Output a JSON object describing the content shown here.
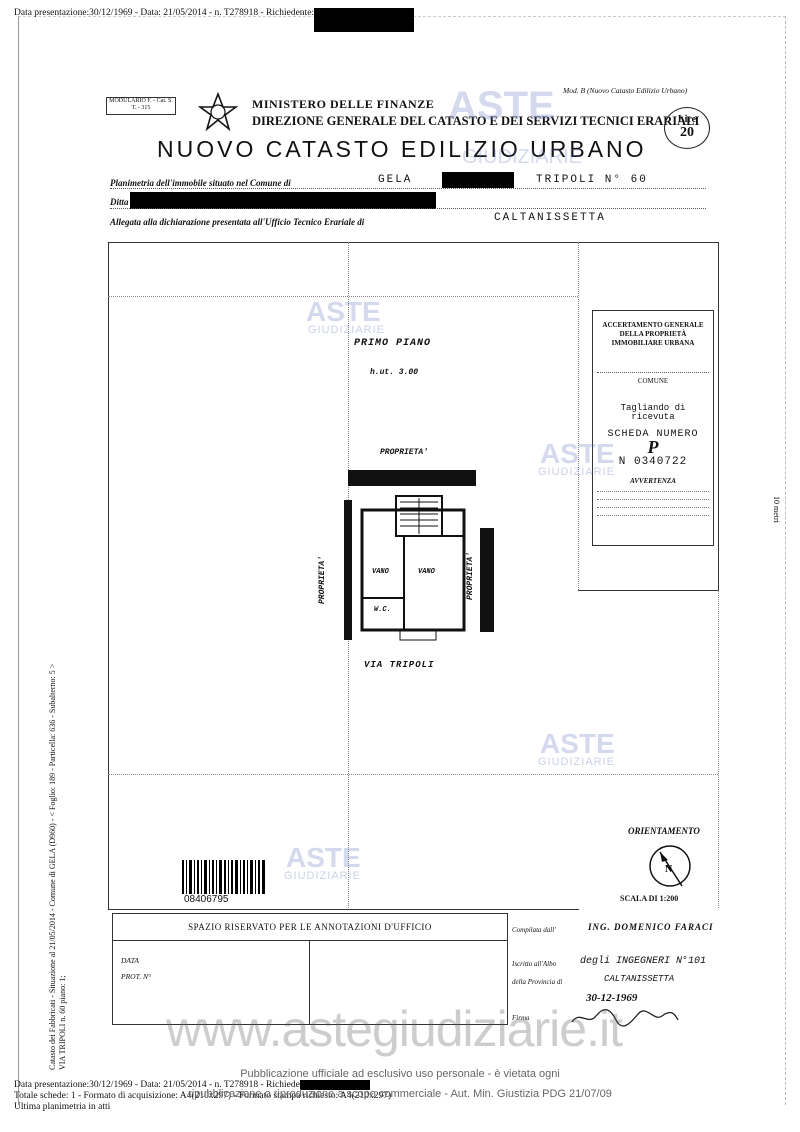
{
  "header_line": "Data presentazione:30/12/1969 - Data: 21/05/2014 - n. T278918 - Richiedente:",
  "modulario": "MODULARIO F. - Cat. S. T. - 315",
  "ministero": "MINISTERO DELLE FINANZE",
  "direzione": "DIREZIONE GENERALE DEL CATASTO E DEI SERVIZI TECNICI ERARIALI",
  "nuovo_catasto": "NUOVO CATASTO EDILIZIO URBANO",
  "mod_b": "Mod. B (Nuovo Catasto Edilizio Urbano)",
  "lire_label": "Lire",
  "lire_value": "20",
  "planimetria_label": "Planimetria dell'immobile situato nel Comune di",
  "comune": "GELA",
  "via": "TRIPOLI N° 60",
  "ditta_label": "Ditta",
  "allegata_label": "Allegata alla dichiarazione presentata all'Ufficio Tecnico Erariale di",
  "ufficio": "CALTANISSETTA",
  "plan": {
    "floor": "PRIMO PIANO",
    "height": "h.ut. 3.00",
    "top_label": "PROPRIETA'",
    "left_label": "PROPRIETA'",
    "right_label": "PROPRIETA'",
    "room1": "VANO",
    "room2": "VANO",
    "wc": "W.C.",
    "street": "VIA TRIPOLI"
  },
  "stamp": {
    "line1": "ACCERTAMENTO GENERALE DELLA PROPRIETÀ IMMOBILIARE URBANA",
    "comune_label": "COMUNE",
    "tagliando": "Tagliando di ricevuta",
    "scheda": "SCHEDA NUMERO",
    "letter": "P",
    "number": "N 0340722",
    "avvertenza": "AVVERTENZA"
  },
  "scale_side": "10 metri",
  "barcode_number": "08406795",
  "orientamento": "ORIENTAMENTO",
  "scala": "SCALA DI 1:200",
  "spazio_riservato": "SPAZIO RISERVATO PER LE ANNOTAZIONI D'UFFICIO",
  "data_label": "DATA",
  "prot_label": "PROT. N°",
  "compilata_label": "Compilata dall'",
  "engineer": "ING. DOMENICO FARACI",
  "iscritto_label": "Iscritto all'Albo",
  "albo": "degli INGEGNERI N°101",
  "provincia_label": "della Provincia di",
  "provincia": "CALTANISSETTA",
  "date_handwritten": "30-12-1969",
  "firma_label": "Firma",
  "side_text_1": "Catasto dei Fabbricati - Situazione al 21/05/2014 - Comune di GELA (D960) - < Foglio: 189 - Particella: 636 - Subalterno: 5 >",
  "side_text_2": "VIA TRIPOLI n. 60 piano: 1;",
  "footer_lines": [
    "Data presentazione:30/12/1969 - Data: 21/05/2014 - n. T278918 - Richiedente:",
    "Totale schede: 1 - Formato di acquisizione: A4(210x297) - Formato stampa richiesto: A4(210x297)",
    "Ultima planimetria in atti"
  ],
  "watermark_site": "www.astegiudiziarie.it",
  "watermark_logo_1": "ASTE",
  "watermark_logo_2": "GIUDIZIARIE",
  "pub_line1": "Pubblicazione ufficiale ad esclusivo uso personale - è vietata ogni",
  "pub_line2": "ripubblicazione o riproduzione a scopo commerciale - Aut. Min. Giustizia PDG 21/07/09"
}
